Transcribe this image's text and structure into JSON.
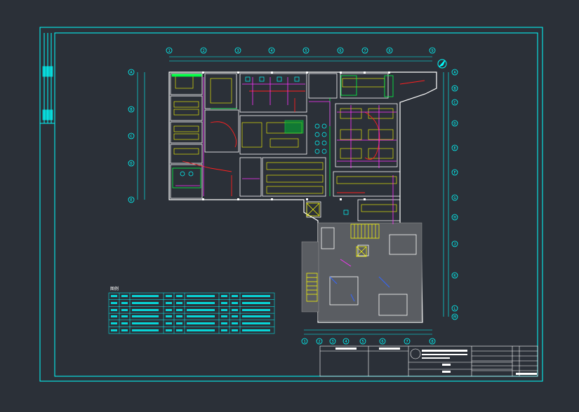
{
  "drawing": {
    "background": "#2b3038",
    "frame_color": "#00ffff",
    "grid_axes_top": [
      "1",
      "2",
      "3",
      "4",
      "5",
      "6",
      "7",
      "8",
      "9"
    ],
    "grid_axes_left": [
      "A",
      "B",
      "C",
      "D",
      "E"
    ],
    "grid_axes_right": [
      "A",
      "B",
      "C",
      "D",
      "E",
      "F",
      "G",
      "H",
      "J",
      "K",
      "L",
      "M"
    ],
    "grid_axes_bottom": [
      "1",
      "2",
      "3",
      "4",
      "5",
      "6",
      "7",
      "8"
    ],
    "colors": {
      "wall": "#ffffff",
      "furniture": "#ffff00",
      "circuit_red": "#ff2020",
      "circuit_magenta": "#ff33ff",
      "green": "#00ff44",
      "cyan": "#00ffff",
      "hatch": "#9a9a9a",
      "blue": "#3366ff"
    }
  },
  "legend": {
    "title": "图例"
  }
}
